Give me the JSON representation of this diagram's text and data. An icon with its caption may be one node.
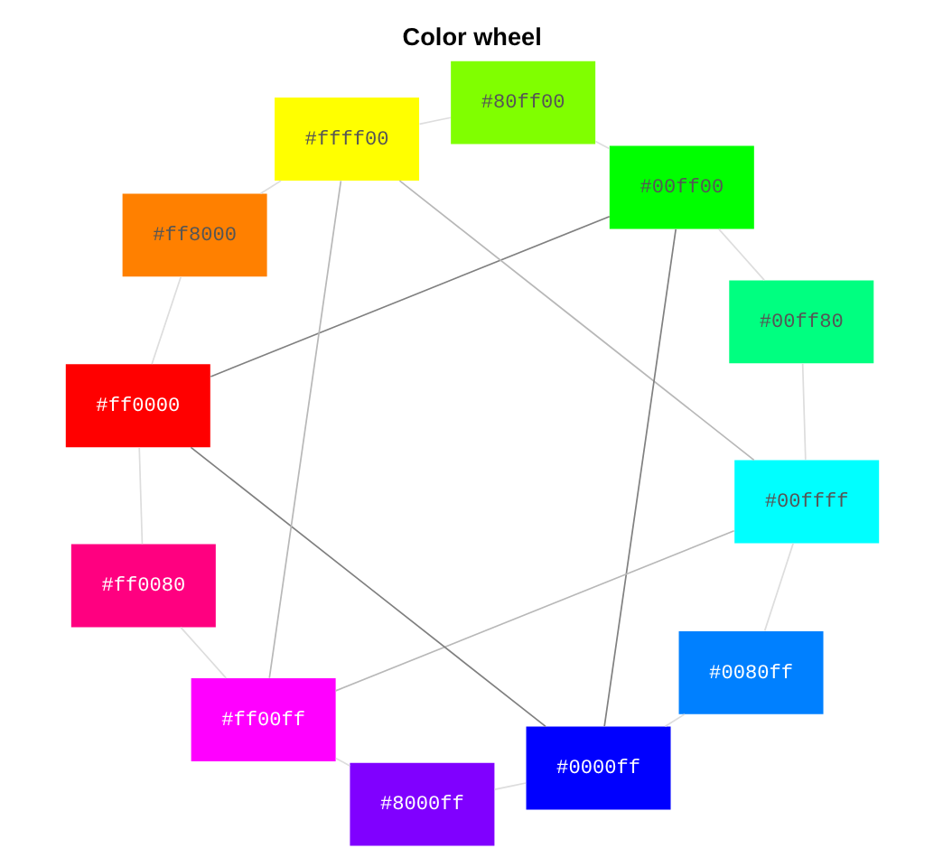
{
  "diagram": {
    "title": "Color wheel",
    "nodes": [
      {
        "text": [
          "#ff0000"
        ]
      },
      {
        "text": [
          "#ff8000"
        ]
      },
      {
        "text": [
          "#ffff00"
        ]
      },
      {
        "text": [
          "#80ff00"
        ]
      },
      {
        "text": [
          "#00ff00"
        ]
      },
      {
        "text": [
          "#00ff80"
        ]
      },
      {
        "text": [
          "#00ffff"
        ]
      },
      {
        "text": [
          "#0080ff"
        ]
      },
      {
        "text": [
          "#0000ff"
        ]
      },
      {
        "text": [
          "#8000ff"
        ]
      },
      {
        "text": [
          "#ff00ff"
        ]
      },
      {
        "text": [
          "#ff0080"
        ]
      }
    ],
    "edges": [
      {
        "from": 0,
        "to": 1,
        "arrow": "none"
      },
      {
        "from": 1,
        "to": 2,
        "arrow": "none"
      },
      {
        "from": 2,
        "to": 3,
        "arrow": "none"
      },
      {
        "from": 3,
        "to": 4,
        "arrow": "none"
      },
      {
        "from": 4,
        "to": 5,
        "arrow": "none"
      },
      {
        "from": 5,
        "to": 6,
        "arrow": "none"
      },
      {
        "from": 6,
        "to": 7,
        "arrow": "none"
      },
      {
        "from": 7,
        "to": 8,
        "arrow": "none"
      },
      {
        "from": 8,
        "to": 9,
        "arrow": "none"
      },
      {
        "from": 9,
        "to": 10,
        "arrow": "none"
      },
      {
        "from": 10,
        "to": 11,
        "arrow": "none"
      },
      {
        "from": 11,
        "to": 0,
        "arrow": "none"
      },
      {
        "from": 0,
        "to": 4,
        "arrow": "none",
        "color": "#808080"
      },
      {
        "from": 4,
        "to": 8,
        "arrow": "none",
        "color": "#808080"
      },
      {
        "from": 8,
        "to": 0,
        "arrow": "none",
        "color": "#808080"
      },
      {
        "from": 10,
        "to": 2,
        "arrow": "none",
        "color": "#b8b8b8"
      },
      {
        "from": 2,
        "to": 6,
        "arrow": "none",
        "color": "#b8b8b8"
      },
      {
        "from": 6,
        "to": 10,
        "arrow": "none",
        "color": "#b8b8b8"
      }
    ]
  }
}
